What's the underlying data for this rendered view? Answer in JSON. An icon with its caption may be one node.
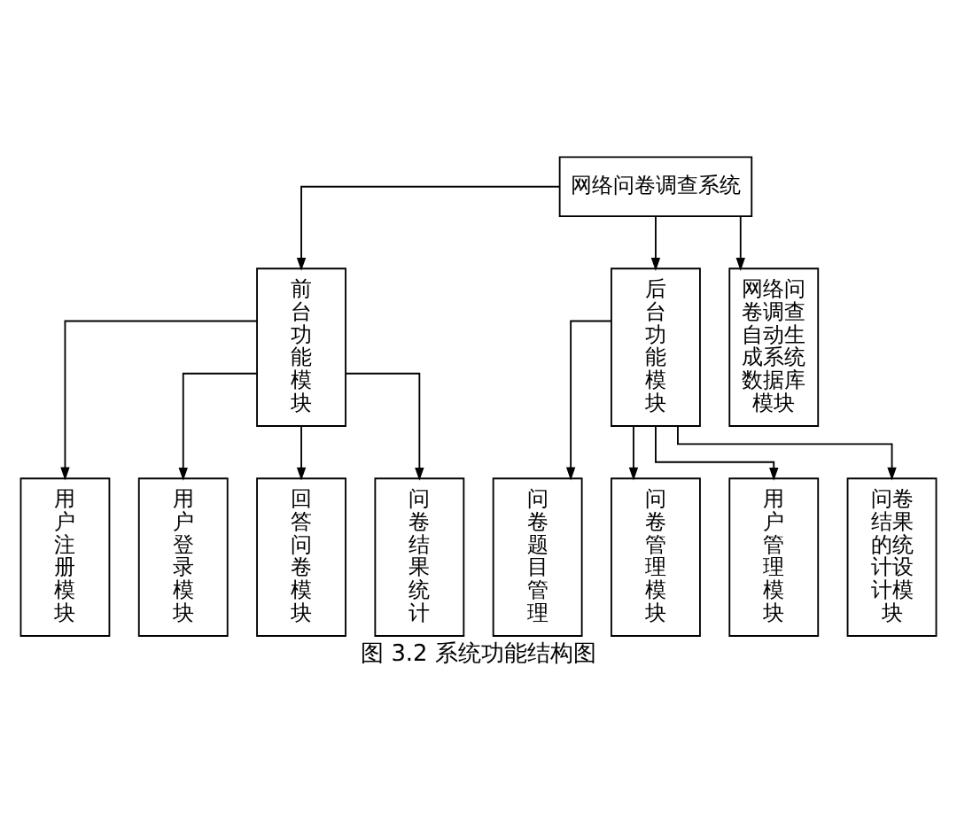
{
  "diagram": {
    "caption": "图 3.2 系统功能结构图",
    "nodes": [
      {
        "text": [
          "网络问卷调查系统"
        ]
      },
      {
        "text": [
          "前台功能模块"
        ]
      },
      {
        "text": [
          "后台功能模块"
        ]
      },
      {
        "text": [
          "网络问卷调查自动生成系统数据库模块"
        ]
      },
      {
        "text": [
          "用户注册模块"
        ]
      },
      {
        "text": [
          "用户登录模块"
        ]
      },
      {
        "text": [
          "回答问卷模块"
        ]
      },
      {
        "text": [
          "问卷结果统计"
        ]
      },
      {
        "text": [
          "问卷题目管理"
        ]
      },
      {
        "text": [
          "问卷管理模块"
        ]
      },
      {
        "text": [
          "用户管理模块"
        ]
      },
      {
        "text": [
          "问卷结果的统计设计模块"
        ]
      }
    ],
    "edges": [
      {
        "from": 0,
        "to": 1,
        "arrow": "to"
      },
      {
        "from": 0,
        "to": 2,
        "arrow": "to"
      },
      {
        "from": 0,
        "to": 3,
        "arrow": "to"
      },
      {
        "from": 1,
        "to": 4,
        "arrow": "to"
      },
      {
        "from": 1,
        "to": 5,
        "arrow": "to"
      },
      {
        "from": 1,
        "to": 6,
        "arrow": "to"
      },
      {
        "from": 1,
        "to": 7,
        "arrow": "to"
      },
      {
        "from": 2,
        "to": 8,
        "arrow": "to"
      },
      {
        "from": 2,
        "to": 9,
        "arrow": "to"
      },
      {
        "from": 2,
        "to": 10,
        "arrow": "to"
      },
      {
        "from": 2,
        "to": 11,
        "arrow": "to"
      }
    ]
  }
}
